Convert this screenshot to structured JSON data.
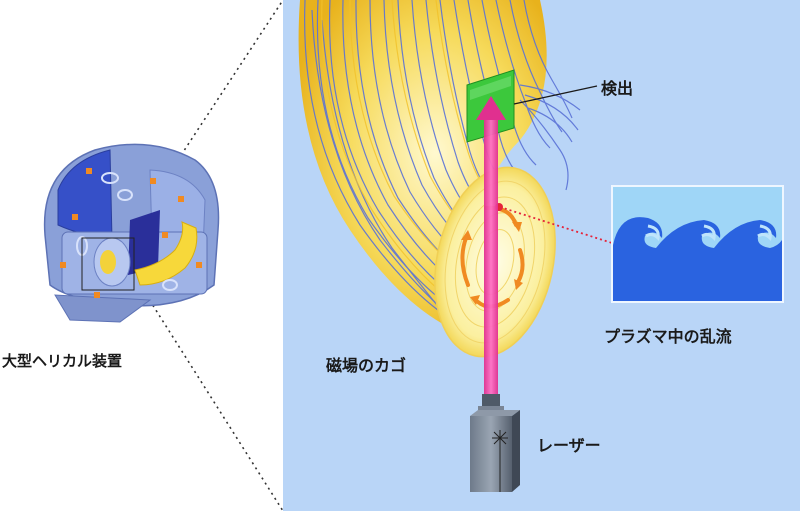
{
  "labels": {
    "device": "大型ヘリカル装置",
    "cage": "磁場のカゴ",
    "detector": "検出",
    "turbulence": "プラズマ中の乱流",
    "laser": "レーザー"
  },
  "icons": [
    "helical-device-cutaway",
    "detector-screen-icon",
    "laser-source-icon",
    "wave-turbulence-icon"
  ],
  "colors": {
    "panel_bg": "#b9d5f7",
    "plasma_yellow": "#f1c52c",
    "field_line_blue": "#5a72d6",
    "beam_pink": "#ee3fa4",
    "detector_green": "#3cc83c",
    "vortex_orange": "#f08a22",
    "wave_dark": "#2a63e0",
    "wave_light": "#9fd6f7"
  }
}
